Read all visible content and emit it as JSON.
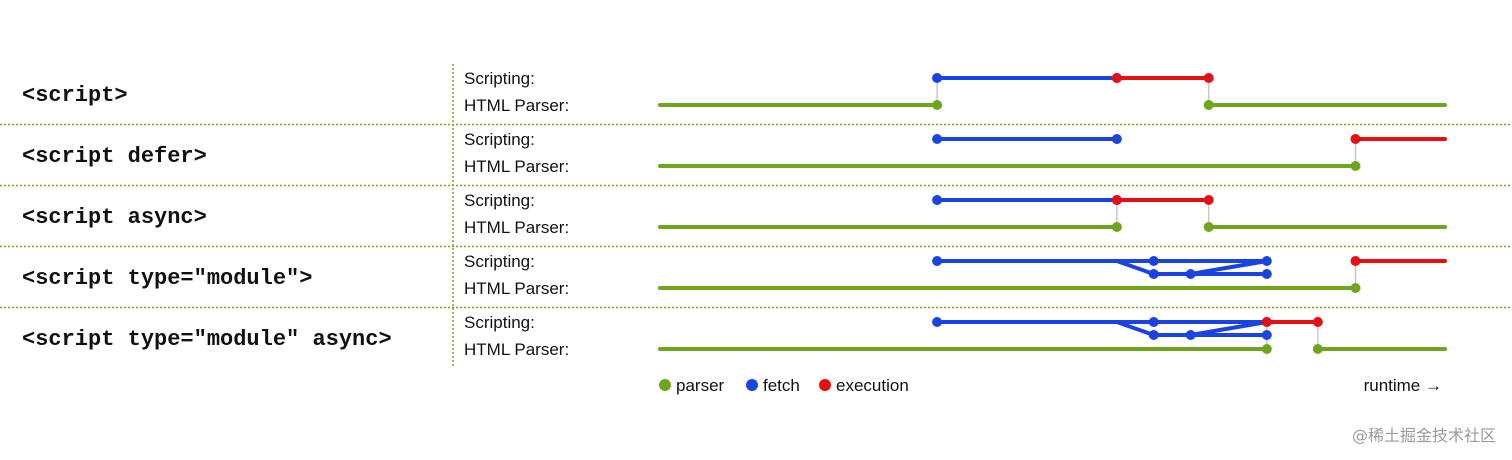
{
  "colors": {
    "parser": "#6fa61e",
    "fetch": "#1a43e0",
    "execution": "#e60f14",
    "connector": "#c8c8c8",
    "separator": "#8a9a2a"
  },
  "rows": [
    {
      "tag": "<script>",
      "scripting_label": "Scripting:",
      "parser_label": "HTML Parser:",
      "parser": [
        [
          0,
          0.353
        ],
        [
          0.699,
          1
        ]
      ],
      "fetch": [
        [
          0.353,
          0.582
        ]
      ],
      "exec": [
        [
          0.582,
          0.699
        ]
      ],
      "branches": [],
      "links": [
        0.353,
        0.699
      ]
    },
    {
      "tag": "<script defer>",
      "scripting_label": "Scripting:",
      "parser_label": "HTML Parser:",
      "parser": [
        [
          0,
          0.886
        ]
      ],
      "fetch": [
        [
          0.353,
          0.582
        ]
      ],
      "exec": [
        [
          0.886,
          1
        ]
      ],
      "branches": [],
      "links": [
        0.886
      ]
    },
    {
      "tag": "<script async>",
      "scripting_label": "Scripting:",
      "parser_label": "HTML Parser:",
      "parser": [
        [
          0,
          0.582
        ],
        [
          0.699,
          1
        ]
      ],
      "fetch": [
        [
          0.353,
          0.582
        ]
      ],
      "exec": [
        [
          0.582,
          0.699
        ]
      ],
      "branches": [],
      "links": [
        0.582,
        0.699
      ]
    },
    {
      "tag": "<script type=\"module\">",
      "scripting_label": "Scripting:",
      "parser_label": "HTML Parser:",
      "parser": [
        [
          0,
          0.886
        ]
      ],
      "fetch": [
        [
          0.353,
          0.773
        ]
      ],
      "exec": [
        [
          0.886,
          1
        ]
      ],
      "branches": [
        [
          0.582,
          0.629,
          0.676,
          0.773
        ]
      ],
      "links": [
        0.886
      ]
    },
    {
      "tag": "<script type=\"module\" async>",
      "scripting_label": "Scripting:",
      "parser_label": "HTML Parser:",
      "parser": [
        [
          0,
          0.773
        ],
        [
          0.838,
          1
        ]
      ],
      "fetch": [
        [
          0.353,
          0.773
        ]
      ],
      "exec": [
        [
          0.773,
          0.838
        ]
      ],
      "branches": [
        [
          0.582,
          0.629,
          0.676,
          0.773
        ]
      ],
      "links": [
        0.773,
        0.838
      ]
    }
  ],
  "legend": {
    "parser": "parser",
    "fetch": "fetch",
    "execution": "execution",
    "runtime": "runtime →"
  },
  "watermark": "@稀土掘金技术社区"
}
